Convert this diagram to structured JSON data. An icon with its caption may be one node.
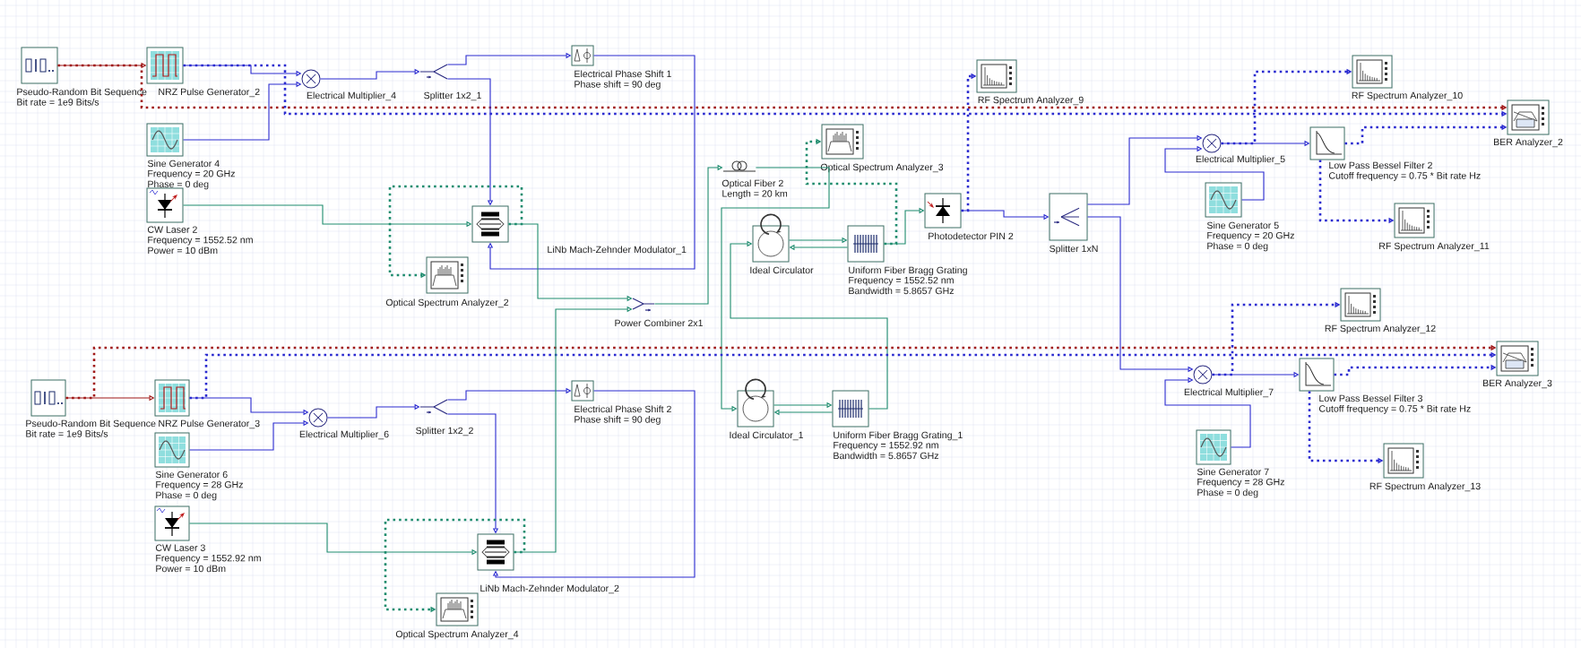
{
  "diagram": {
    "nodes": [
      {
        "text": [
          "Pseudo-Random Bit Sequence",
          "Bit rate = 1e9 Bits/s"
        ]
      },
      {
        "text": [
          "NRZ Pulse Generator_2"
        ]
      },
      {
        "text": [
          "Sine Generator 4",
          "Frequency = 20 GHz",
          "Phase = 0 deg"
        ]
      },
      {
        "text": [
          "CW Laser 2",
          "Frequency = 1552.52 nm",
          "Power = 10 dBm"
        ]
      },
      {
        "text": [
          "Electrical Multiplier_4"
        ]
      },
      {
        "text": [
          "Splitter 1x2_1"
        ]
      },
      {
        "text": [
          "Electrical Phase Shift 1",
          "Phase shift = 90 deg"
        ]
      },
      {
        "text": [
          "LiNb Mach-Zehnder Modulator_1"
        ]
      },
      {
        "text": [
          "Optical Spectrum Analyzer_2"
        ]
      },
      {
        "text": [
          "Optical Fiber 2",
          "Length = 20 km"
        ]
      },
      {
        "text": [
          "Power Combiner 2x1"
        ]
      },
      {
        "text": [
          "Ideal Circulator"
        ]
      },
      {
        "text": [
          "Uniform Fiber Bragg Grating",
          "Frequency = 1552.52 nm",
          "Bandwidth = 5.8657 GHz"
        ]
      },
      {
        "text": [
          "Optical Spectrum Analyzer_3"
        ]
      },
      {
        "text": [
          "RF Spectrum Analyzer_9"
        ]
      },
      {
        "text": [
          "Photodetector PIN 2"
        ]
      },
      {
        "text": [
          "Splitter 1xN"
        ]
      },
      {
        "text": [
          "Electrical Multiplier_5"
        ]
      },
      {
        "text": [
          "Sine Generator 5",
          "Frequency = 20 GHz",
          "Phase = 0 deg"
        ]
      },
      {
        "text": [
          "Low Pass Bessel Filter 2",
          "Cutoff frequency = 0.75 * Bit rate Hz"
        ]
      },
      {
        "text": [
          "RF Spectrum Analyzer_10"
        ]
      },
      {
        "text": [
          "BER Analyzer_2"
        ]
      },
      {
        "text": [
          "RF Spectrum Analyzer_11"
        ]
      },
      {
        "text": [
          "RF Spectrum Analyzer_12"
        ]
      },
      {
        "text": [
          "Electrical Multiplier_7"
        ]
      },
      {
        "text": [
          "Low Pass Bessel Filter 3",
          "Cutoff frequency = 0.75 * Bit rate Hz"
        ]
      },
      {
        "text": [
          "BER Analyzer_3"
        ]
      },
      {
        "text": [
          "Sine Generator 7",
          "Frequency = 28 GHz",
          "Phase = 0 deg"
        ]
      },
      {
        "text": [
          "RF Spectrum Analyzer_13"
        ]
      },
      {
        "text": [
          "Pseudo-Random Bit Sequence",
          "Bit rate = 1e9 Bits/s"
        ]
      },
      {
        "text": [
          "NRZ Pulse Generator_3"
        ]
      },
      {
        "text": [
          "Sine Generator 6",
          "Frequency = 28 GHz",
          "Phase = 0 deg"
        ]
      },
      {
        "text": [
          "CW Laser 3",
          "Frequency = 1552.92 nm",
          "Power = 10 dBm"
        ]
      },
      {
        "text": [
          "Electrical Multiplier_6"
        ]
      },
      {
        "text": [
          "Splitter 1x2_2"
        ]
      },
      {
        "text": [
          "Electrical Phase Shift 2",
          "Phase shift = 90 deg"
        ]
      },
      {
        "text": [
          "LiNb Mach-Zehnder Modulator_2"
        ]
      },
      {
        "text": [
          "Optical Spectrum Analyzer_4"
        ]
      },
      {
        "text": [
          "Ideal Circulator_1"
        ]
      },
      {
        "text": [
          "Uniform Fiber Bragg Grating_1",
          "Frequency = 1552.92 nm",
          "Bandwidth = 5.8657 GHz"
        ]
      }
    ],
    "edges": [
      {
        "from": 0,
        "to": 1,
        "arrow": "to",
        "color": "#a01818"
      },
      {
        "from": 0,
        "to": 21,
        "arrow": "to",
        "style": "dashed",
        "color": "#a01818"
      },
      {
        "from": 1,
        "to": 4,
        "arrow": "to"
      },
      {
        "from": 1,
        "to": 21,
        "arrow": "to",
        "style": "dashed"
      },
      {
        "from": 2,
        "to": 4,
        "arrow": "to"
      },
      {
        "from": 4,
        "to": 5,
        "arrow": "to"
      },
      {
        "from": 5,
        "to": 6,
        "arrow": "to"
      },
      {
        "from": 5,
        "to": 7,
        "arrow": "to"
      },
      {
        "from": 6,
        "to": 7,
        "arrow": "to"
      },
      {
        "from": 3,
        "to": 7,
        "arrow": "to",
        "color": "#1e8c6e"
      },
      {
        "from": 7,
        "to": 8,
        "arrow": "to",
        "style": "dashed",
        "color": "#1e8c6e"
      },
      {
        "from": 7,
        "to": 10,
        "arrow": "to",
        "color": "#1e8c6e"
      },
      {
        "from": 10,
        "to": 9,
        "arrow": "to",
        "color": "#1e8c6e"
      },
      {
        "from": 9,
        "to": 38,
        "arrow": "to",
        "color": "#1e8c6e"
      },
      {
        "from": 38,
        "to": 39,
        "arrow": "to",
        "color": "#1e8c6e"
      },
      {
        "from": 39,
        "to": 38,
        "arrow": "to",
        "color": "#1e8c6e"
      },
      {
        "from": 39,
        "to": 11,
        "arrow": "to",
        "color": "#1e8c6e"
      },
      {
        "from": 11,
        "to": 12,
        "arrow": "to",
        "color": "#1e8c6e"
      },
      {
        "from": 12,
        "to": 11,
        "arrow": "to",
        "color": "#1e8c6e"
      },
      {
        "from": 12,
        "to": 13,
        "arrow": "to",
        "style": "dashed",
        "color": "#1e8c6e"
      },
      {
        "from": 12,
        "to": 15,
        "arrow": "to",
        "color": "#1e8c6e"
      },
      {
        "from": 15,
        "to": 14,
        "arrow": "to",
        "style": "dashed"
      },
      {
        "from": 15,
        "to": 16,
        "arrow": "to"
      },
      {
        "from": 16,
        "to": 17,
        "arrow": "to"
      },
      {
        "from": 18,
        "to": 17,
        "arrow": "to"
      },
      {
        "from": 17,
        "to": 19,
        "arrow": "to"
      },
      {
        "from": 17,
        "to": 20,
        "arrow": "to",
        "style": "dashed"
      },
      {
        "from": 19,
        "to": 21,
        "arrow": "to",
        "style": "dashed"
      },
      {
        "from": 19,
        "to": 22,
        "arrow": "to",
        "style": "dashed"
      },
      {
        "from": 16,
        "to": 24,
        "arrow": "to"
      },
      {
        "from": 27,
        "to": 24,
        "arrow": "to"
      },
      {
        "from": 24,
        "to": 25,
        "arrow": "to"
      },
      {
        "from": 24,
        "to": 23,
        "arrow": "to",
        "style": "dashed"
      },
      {
        "from": 25,
        "to": 26,
        "arrow": "to",
        "style": "dashed"
      },
      {
        "from": 25,
        "to": 28,
        "arrow": "to",
        "style": "dashed"
      },
      {
        "from": 29,
        "to": 30,
        "arrow": "to",
        "color": "#a01818"
      },
      {
        "from": 29,
        "to": 26,
        "arrow": "to",
        "style": "dashed",
        "color": "#a01818"
      },
      {
        "from": 30,
        "to": 33,
        "arrow": "to"
      },
      {
        "from": 30,
        "to": 26,
        "arrow": "to",
        "style": "dashed"
      },
      {
        "from": 31,
        "to": 33,
        "arrow": "to"
      },
      {
        "from": 33,
        "to": 34,
        "arrow": "to"
      },
      {
        "from": 34,
        "to": 35,
        "arrow": "to"
      },
      {
        "from": 34,
        "to": 36,
        "arrow": "to"
      },
      {
        "from": 35,
        "to": 36,
        "arrow": "to"
      },
      {
        "from": 32,
        "to": 36,
        "arrow": "to",
        "color": "#1e8c6e"
      },
      {
        "from": 36,
        "to": 37,
        "arrow": "to",
        "style": "dashed",
        "color": "#1e8c6e"
      },
      {
        "from": 36,
        "to": 10,
        "arrow": "to",
        "color": "#1e8c6e"
      }
    ]
  }
}
